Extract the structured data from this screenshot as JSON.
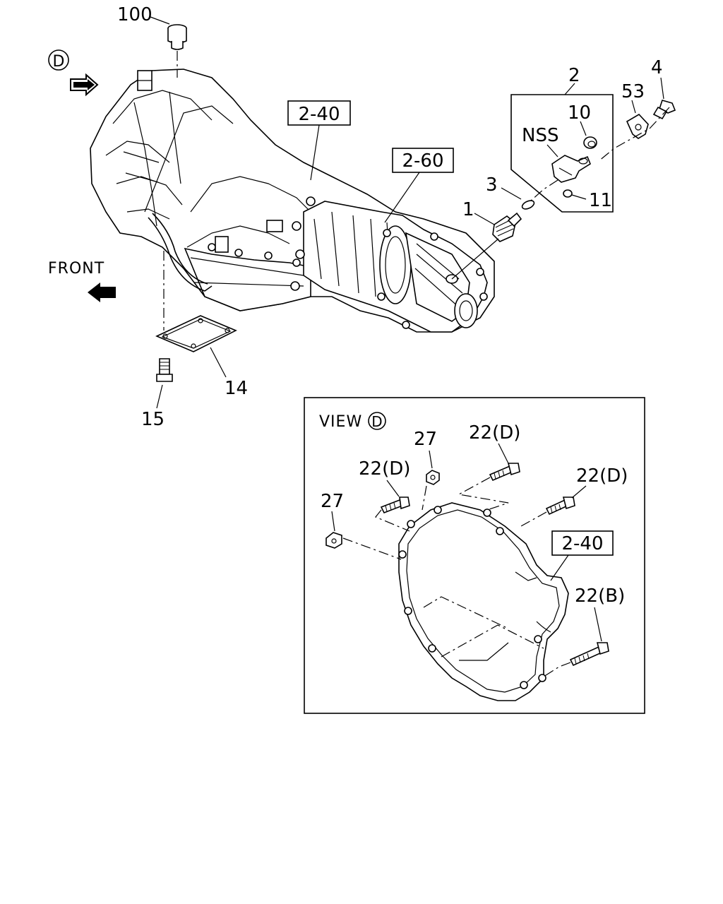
{
  "diagram": {
    "callouts": {
      "p100": "100",
      "p2": "2",
      "p4": "4",
      "p53": "53",
      "p10": "10",
      "nss": "NSS",
      "p3": "3",
      "p1": "1",
      "p11": "11",
      "p14": "14",
      "p15": "15",
      "ref_240_top": "2-40",
      "ref_260": "2-60",
      "ref_240_view": "2-40",
      "view_p27a": "27",
      "view_p22d_a": "22(D)",
      "view_p22d_b": "22(D)",
      "view_p22d_c": "22(D)",
      "view_p27b": "27",
      "view_p22b": "22(B)"
    },
    "front_label": "FRONT",
    "view_marker": "D",
    "view_title": "VIEW",
    "view_title_marker": "D"
  }
}
